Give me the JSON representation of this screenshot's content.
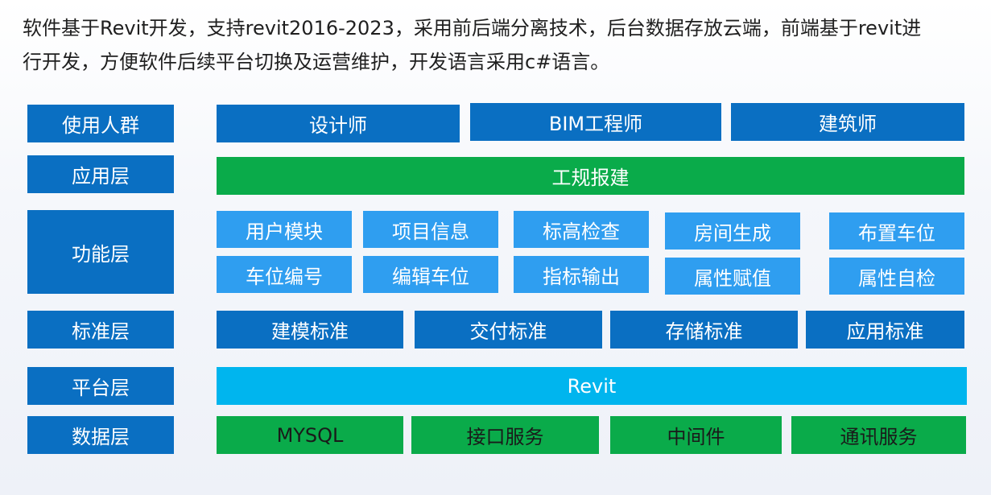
{
  "intro": {
    "line1": "软件基于Revit开发，支持revit2016-2023，采用前后端分离技术，后台数据存放云端，前端基于revit进",
    "line2": "行开发，方便软件后续平台切换及运营维护，开发语言采用c#语言。"
  },
  "layers": {
    "users": {
      "label": "使用人群",
      "items": [
        "设计师",
        "BIM工程师",
        "建筑师"
      ]
    },
    "application": {
      "label": "应用层",
      "items": [
        "工规报建"
      ]
    },
    "function": {
      "label": "功能层",
      "row1": [
        "用户模块",
        "项目信息",
        "标高检查",
        "房间生成",
        "布置车位"
      ],
      "row2": [
        "车位编号",
        "编辑车位",
        "指标输出",
        "属性赋值",
        "属性自检"
      ]
    },
    "standard": {
      "label": "标准层",
      "items": [
        "建模标准",
        "交付标准",
        "存储标准",
        "应用标准"
      ]
    },
    "platform": {
      "label": "平台层",
      "items": [
        "Revit"
      ]
    },
    "data": {
      "label": "数据层",
      "items": [
        "MYSQL",
        "接口服务",
        "中间件",
        "通讯服务"
      ]
    }
  },
  "colors": {
    "dark_blue": "#0a6fc2",
    "green": "#0aab4a",
    "light_blue": "#2f9ef0",
    "sky_blue": "#00b5ee"
  }
}
